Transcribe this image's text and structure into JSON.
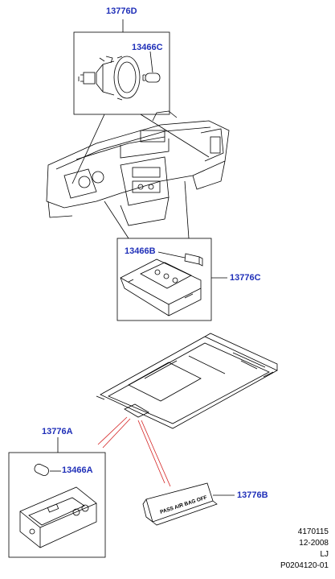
{
  "labels": {
    "top_assembly": "13776D",
    "top_bulb": "13466C",
    "mid_bulb": "13466B",
    "mid_assembly": "13776C",
    "bottom_assembly": "13776A",
    "bottom_bulb": "13466A",
    "switch_assembly": "13776B"
  },
  "switch_text": "PASS AIR BAG OFF",
  "info": {
    "line1": "4170115",
    "line2": "12-2008",
    "line3": "LJ",
    "line4": "P0204120-01"
  },
  "colors": {
    "label": "#1f2fb8",
    "leader_red": "#d42020",
    "line": "#000000"
  }
}
